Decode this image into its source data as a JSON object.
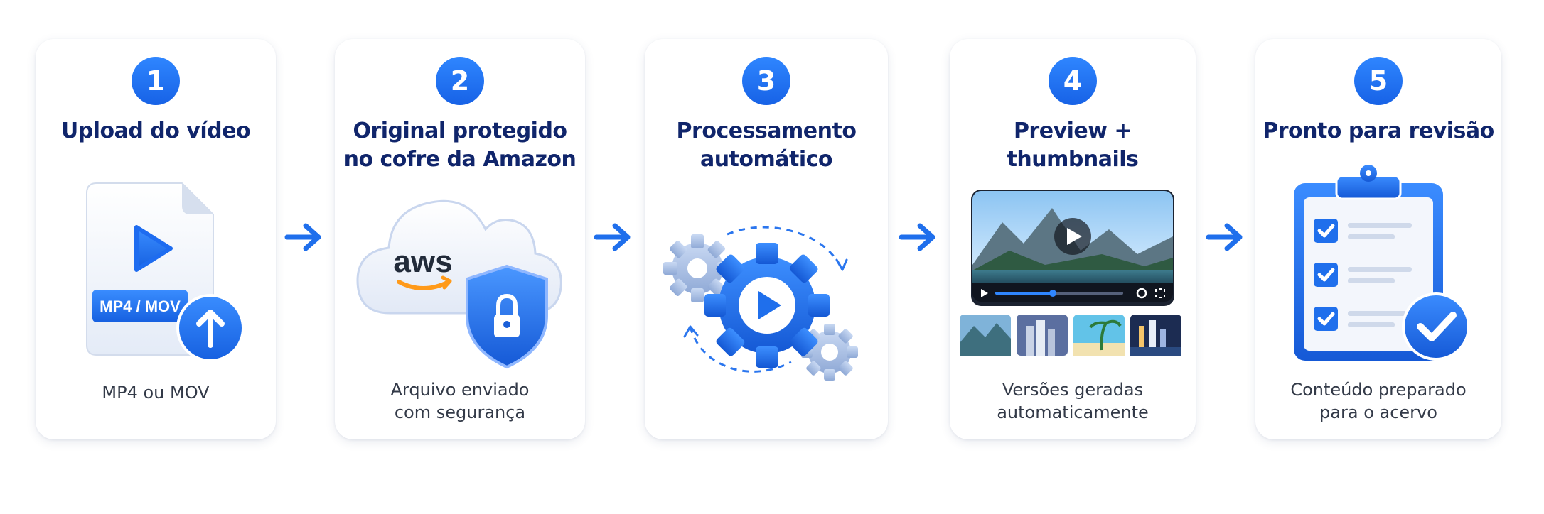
{
  "steps": [
    {
      "number": "1",
      "title": [
        "Upload do vídeo"
      ],
      "caption": [
        "MP4 ou MOV"
      ],
      "badge_text": "MP4 / MOV"
    },
    {
      "number": "2",
      "title": [
        "Original protegido",
        "no cofre da Amazon"
      ],
      "caption": [
        "Arquivo enviado",
        "com segurança"
      ],
      "logo_text": "aws"
    },
    {
      "number": "3",
      "title": [
        "Processamento",
        "automático"
      ],
      "caption": []
    },
    {
      "number": "4",
      "title": [
        "Preview +",
        "thumbnails"
      ],
      "caption": [
        "Versões geradas",
        "automaticamente"
      ],
      "player_progress": 0.45
    },
    {
      "number": "5",
      "title": [
        "Pronto para revisão"
      ],
      "caption": [
        "Conteúdo preparado",
        "para o acervo"
      ],
      "checklist_count": 3
    }
  ],
  "colors": {
    "accent": "#1f6fec",
    "title": "#10256b",
    "caption": "#333a48",
    "card_bg": "#ffffff"
  },
  "icons": [
    "video-file-upload-icon",
    "aws-cloud-shield-icon",
    "gears-processing-icon",
    "video-player-thumbnails-icon",
    "clipboard-checklist-icon",
    "arrow-right-icon"
  ]
}
